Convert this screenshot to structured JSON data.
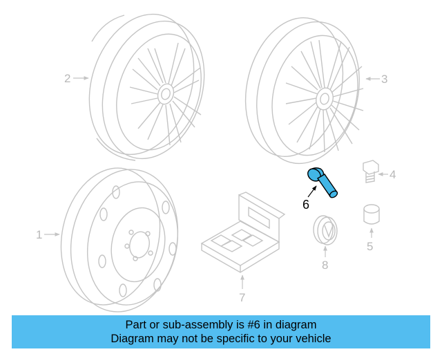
{
  "colors": {
    "faded_line": "#c4c4c4",
    "highlight_part": "#41b6e6",
    "banner_bg": "#53bdf0",
    "active_text": "#000000"
  },
  "callouts": {
    "c1": "1",
    "c2": "2",
    "c3": "3",
    "c4": "4",
    "c5": "5",
    "c6": "6",
    "c7": "7",
    "c8": "8"
  },
  "banner": {
    "line1": "Part or sub-assembly is #6 in diagram",
    "line2": "Diagram may not be specific to your vehicle"
  }
}
